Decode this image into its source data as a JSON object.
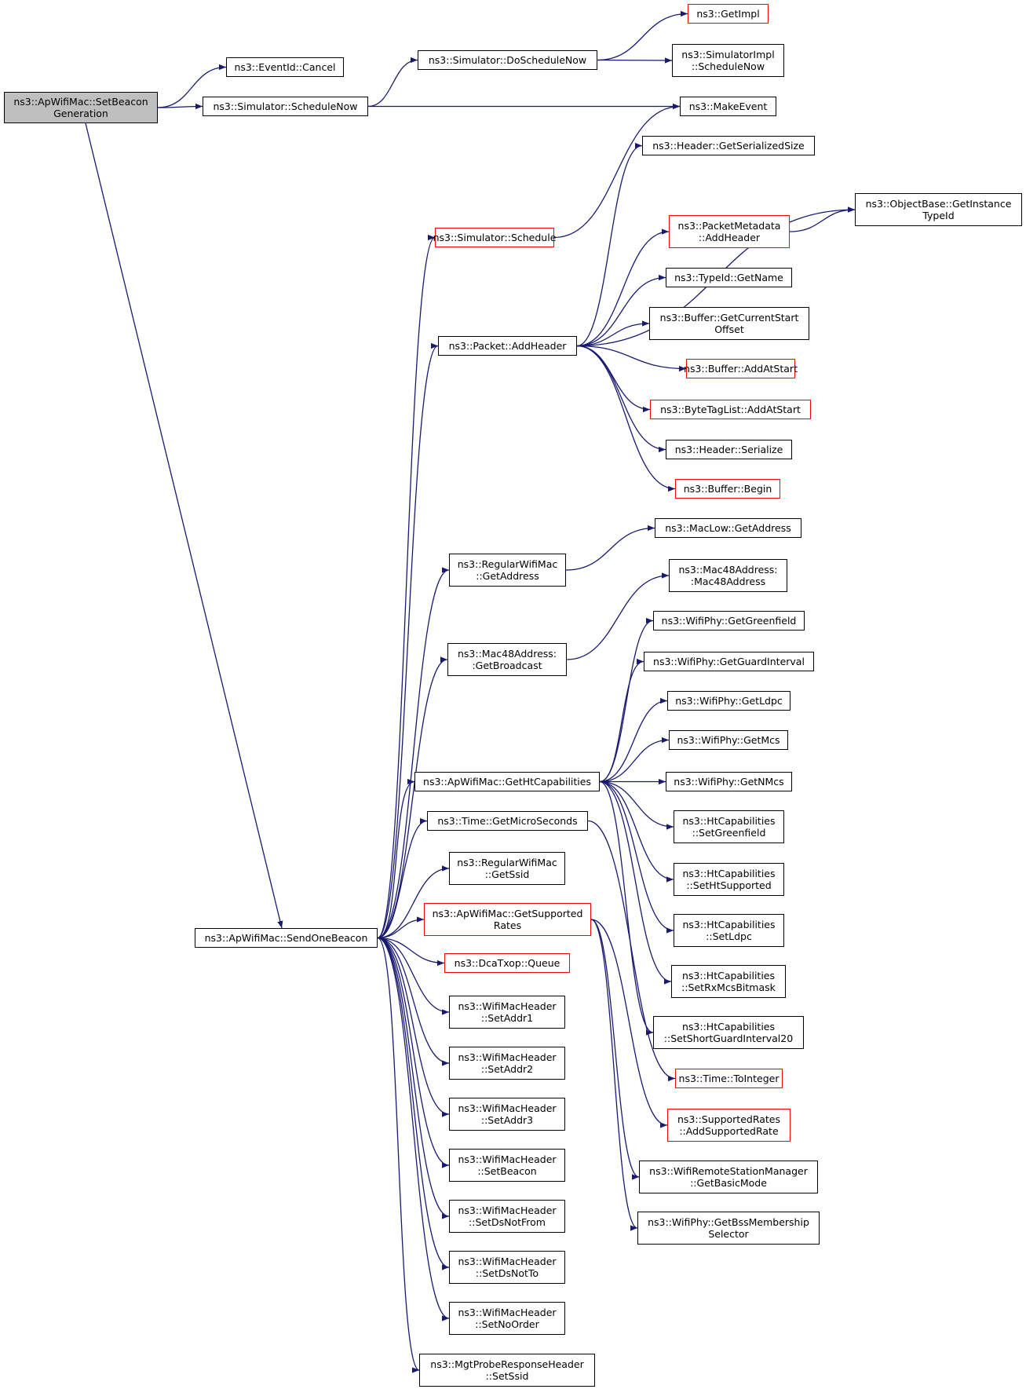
{
  "diagram": {
    "colors": {
      "edge": "#191970",
      "node_border": "#000000",
      "undocumented_border": "#ff0000",
      "root_fill": "#bfbfbf"
    },
    "nodes": [
      {
        "id": "root",
        "lines": [
          "ns3::ApWifiMac::SetBeacon",
          "Generation"
        ],
        "style": "root"
      },
      {
        "id": "cancel",
        "lines": [
          "ns3::EventId::Cancel"
        ],
        "style": "normal"
      },
      {
        "id": "schedulenow",
        "lines": [
          "ns3::Simulator::ScheduleNow"
        ],
        "style": "normal"
      },
      {
        "id": "doschedulenow",
        "lines": [
          "ns3::Simulator::DoScheduleNow"
        ],
        "style": "normal"
      },
      {
        "id": "getimpl",
        "lines": [
          "ns3::GetImpl"
        ],
        "style": "red"
      },
      {
        "id": "implschedulenow",
        "lines": [
          "ns3::SimulatorImpl",
          "::ScheduleNow"
        ],
        "style": "normal"
      },
      {
        "id": "makeevent",
        "lines": [
          "ns3::MakeEvent"
        ],
        "style": "normal"
      },
      {
        "id": "getserializedsize",
        "lines": [
          "ns3::Header::GetSerializedSize"
        ],
        "style": "normal"
      },
      {
        "id": "getinstancetypeid",
        "lines": [
          "ns3::ObjectBase::GetInstance",
          "TypeId"
        ],
        "style": "normal"
      },
      {
        "id": "schedule",
        "lines": [
          "ns3::Simulator::Schedule"
        ],
        "style": "red"
      },
      {
        "id": "pm_addheader",
        "lines": [
          "ns3::PacketMetadata",
          "::AddHeader"
        ],
        "style": "red"
      },
      {
        "id": "typeid_getname",
        "lines": [
          "ns3::TypeId::GetName"
        ],
        "style": "normal"
      },
      {
        "id": "getcurrentstartoffset",
        "lines": [
          "ns3::Buffer::GetCurrentStart",
          "Offset"
        ],
        "style": "normal"
      },
      {
        "id": "packet_addheader",
        "lines": [
          "ns3::Packet::AddHeader"
        ],
        "style": "normal"
      },
      {
        "id": "buffer_addatstart",
        "lines": [
          "ns3::Buffer::AddAtStart"
        ],
        "style": "red"
      },
      {
        "id": "bytetaglist_addatstart",
        "lines": [
          "ns3::ByteTagList::AddAtStart"
        ],
        "style": "red"
      },
      {
        "id": "header_serialize",
        "lines": [
          "ns3::Header::Serialize"
        ],
        "style": "normal"
      },
      {
        "id": "buffer_begin",
        "lines": [
          "ns3::Buffer::Begin"
        ],
        "style": "red"
      },
      {
        "id": "maclow_getaddress",
        "lines": [
          "ns3::MacLow::GetAddress"
        ],
        "style": "normal"
      },
      {
        "id": "regular_getaddress",
        "lines": [
          "ns3::RegularWifiMac",
          "::GetAddress"
        ],
        "style": "normal"
      },
      {
        "id": "mac48_ctor",
        "lines": [
          "ns3::Mac48Address:",
          ":Mac48Address"
        ],
        "style": "normal"
      },
      {
        "id": "getbroadcast",
        "lines": [
          "ns3::Mac48Address:",
          ":GetBroadcast"
        ],
        "style": "normal"
      },
      {
        "id": "getgreenfield",
        "lines": [
          "ns3::WifiPhy::GetGreenfield"
        ],
        "style": "normal"
      },
      {
        "id": "getguardinterval",
        "lines": [
          "ns3::WifiPhy::GetGuardInterval"
        ],
        "style": "normal"
      },
      {
        "id": "getldpc",
        "lines": [
          "ns3::WifiPhy::GetLdpc"
        ],
        "style": "normal"
      },
      {
        "id": "getmcs",
        "lines": [
          "ns3::WifiPhy::GetMcs"
        ],
        "style": "normal"
      },
      {
        "id": "gethtcapabilities",
        "lines": [
          "ns3::ApWifiMac::GetHtCapabilities"
        ],
        "style": "normal"
      },
      {
        "id": "getnmcs",
        "lines": [
          "ns3::WifiPhy::GetNMcs"
        ],
        "style": "normal"
      },
      {
        "id": "getmicroseconds",
        "lines": [
          "ns3::Time::GetMicroSeconds"
        ],
        "style": "normal"
      },
      {
        "id": "setgreenfield",
        "lines": [
          "ns3::HtCapabilities",
          "::SetGreenfield"
        ],
        "style": "normal"
      },
      {
        "id": "getssid",
        "lines": [
          "ns3::RegularWifiMac",
          "::GetSsid"
        ],
        "style": "normal"
      },
      {
        "id": "sethtsupported",
        "lines": [
          "ns3::HtCapabilities",
          "::SetHtSupported"
        ],
        "style": "normal"
      },
      {
        "id": "getsupportedrates",
        "lines": [
          "ns3::ApWifiMac::GetSupported",
          "Rates"
        ],
        "style": "red"
      },
      {
        "id": "sendonebeacon",
        "lines": [
          "ns3::ApWifiMac::SendOneBeacon"
        ],
        "style": "normal"
      },
      {
        "id": "setldpc",
        "lines": [
          "ns3::HtCapabilities",
          "::SetLdpc"
        ],
        "style": "normal"
      },
      {
        "id": "queue",
        "lines": [
          "ns3::DcaTxop::Queue"
        ],
        "style": "red"
      },
      {
        "id": "setrxmcsbitmask",
        "lines": [
          "ns3::HtCapabilities",
          "::SetRxMcsBitmask"
        ],
        "style": "normal"
      },
      {
        "id": "setaddr1",
        "lines": [
          "ns3::WifiMacHeader",
          "::SetAddr1"
        ],
        "style": "normal"
      },
      {
        "id": "setshortguardinterval20",
        "lines": [
          "ns3::HtCapabilities",
          "::SetShortGuardInterval20"
        ],
        "style": "normal"
      },
      {
        "id": "setaddr2",
        "lines": [
          "ns3::WifiMacHeader",
          "::SetAddr2"
        ],
        "style": "normal"
      },
      {
        "id": "tointeger",
        "lines": [
          "ns3::Time::ToInteger"
        ],
        "style": "red"
      },
      {
        "id": "setaddr3",
        "lines": [
          "ns3::WifiMacHeader",
          "::SetAddr3"
        ],
        "style": "normal"
      },
      {
        "id": "addsupportedrate",
        "lines": [
          "ns3::SupportedRates",
          "::AddSupportedRate"
        ],
        "style": "red"
      },
      {
        "id": "setbeacon",
        "lines": [
          "ns3::WifiMacHeader",
          "::SetBeacon"
        ],
        "style": "normal"
      },
      {
        "id": "getbasicmode",
        "lines": [
          "ns3::WifiRemoteStationManager",
          "::GetBasicMode"
        ],
        "style": "normal"
      },
      {
        "id": "setdsnotfrom",
        "lines": [
          "ns3::WifiMacHeader",
          "::SetDsNotFrom"
        ],
        "style": "normal"
      },
      {
        "id": "getbssmembership",
        "lines": [
          "ns3::WifiPhy::GetBssMembership",
          "Selector"
        ],
        "style": "normal"
      },
      {
        "id": "setdsnotto",
        "lines": [
          "ns3::WifiMacHeader",
          "::SetDsNotTo"
        ],
        "style": "normal"
      },
      {
        "id": "setnoorder",
        "lines": [
          "ns3::WifiMacHeader",
          "::SetNoOrder"
        ],
        "style": "normal"
      },
      {
        "id": "mgt_setssid",
        "lines": [
          "ns3::MgtProbeResponseHeader",
          "::SetSsid"
        ],
        "style": "normal"
      }
    ],
    "edges": [
      [
        "root",
        "cancel"
      ],
      [
        "root",
        "schedulenow"
      ],
      [
        "root",
        "sendonebeacon"
      ],
      [
        "schedulenow",
        "doschedulenow"
      ],
      [
        "schedulenow",
        "makeevent"
      ],
      [
        "doschedulenow",
        "getimpl"
      ],
      [
        "doschedulenow",
        "implschedulenow"
      ],
      [
        "schedule",
        "makeevent"
      ],
      [
        "packet_addheader",
        "getserializedsize"
      ],
      [
        "packet_addheader",
        "getinstancetypeid"
      ],
      [
        "packet_addheader",
        "pm_addheader"
      ],
      [
        "packet_addheader",
        "typeid_getname"
      ],
      [
        "packet_addheader",
        "getcurrentstartoffset"
      ],
      [
        "packet_addheader",
        "buffer_addatstart"
      ],
      [
        "packet_addheader",
        "bytetaglist_addatstart"
      ],
      [
        "packet_addheader",
        "header_serialize"
      ],
      [
        "packet_addheader",
        "buffer_begin"
      ],
      [
        "pm_addheader",
        "getinstancetypeid"
      ],
      [
        "regular_getaddress",
        "maclow_getaddress"
      ],
      [
        "getbroadcast",
        "mac48_ctor"
      ],
      [
        "gethtcapabilities",
        "getgreenfield"
      ],
      [
        "gethtcapabilities",
        "getguardinterval"
      ],
      [
        "gethtcapabilities",
        "getldpc"
      ],
      [
        "gethtcapabilities",
        "getmcs"
      ],
      [
        "gethtcapabilities",
        "getnmcs"
      ],
      [
        "gethtcapabilities",
        "setgreenfield"
      ],
      [
        "gethtcapabilities",
        "sethtsupported"
      ],
      [
        "gethtcapabilities",
        "setldpc"
      ],
      [
        "gethtcapabilities",
        "setrxmcsbitmask"
      ],
      [
        "gethtcapabilities",
        "setshortguardinterval20"
      ],
      [
        "getmicroseconds",
        "tointeger"
      ],
      [
        "getsupportedrates",
        "addsupportedrate"
      ],
      [
        "getsupportedrates",
        "getbasicmode"
      ],
      [
        "getsupportedrates",
        "getbssmembership"
      ],
      [
        "sendonebeacon",
        "schedule"
      ],
      [
        "sendonebeacon",
        "packet_addheader"
      ],
      [
        "sendonebeacon",
        "regular_getaddress"
      ],
      [
        "sendonebeacon",
        "getbroadcast"
      ],
      [
        "sendonebeacon",
        "gethtcapabilities"
      ],
      [
        "sendonebeacon",
        "getmicroseconds"
      ],
      [
        "sendonebeacon",
        "getssid"
      ],
      [
        "sendonebeacon",
        "getsupportedrates"
      ],
      [
        "sendonebeacon",
        "queue"
      ],
      [
        "sendonebeacon",
        "setaddr1"
      ],
      [
        "sendonebeacon",
        "setaddr2"
      ],
      [
        "sendonebeacon",
        "setaddr3"
      ],
      [
        "sendonebeacon",
        "setbeacon"
      ],
      [
        "sendonebeacon",
        "setdsnotfrom"
      ],
      [
        "sendonebeacon",
        "setdsnotto"
      ],
      [
        "sendonebeacon",
        "setnoorder"
      ],
      [
        "sendonebeacon",
        "mgt_setssid"
      ]
    ]
  }
}
